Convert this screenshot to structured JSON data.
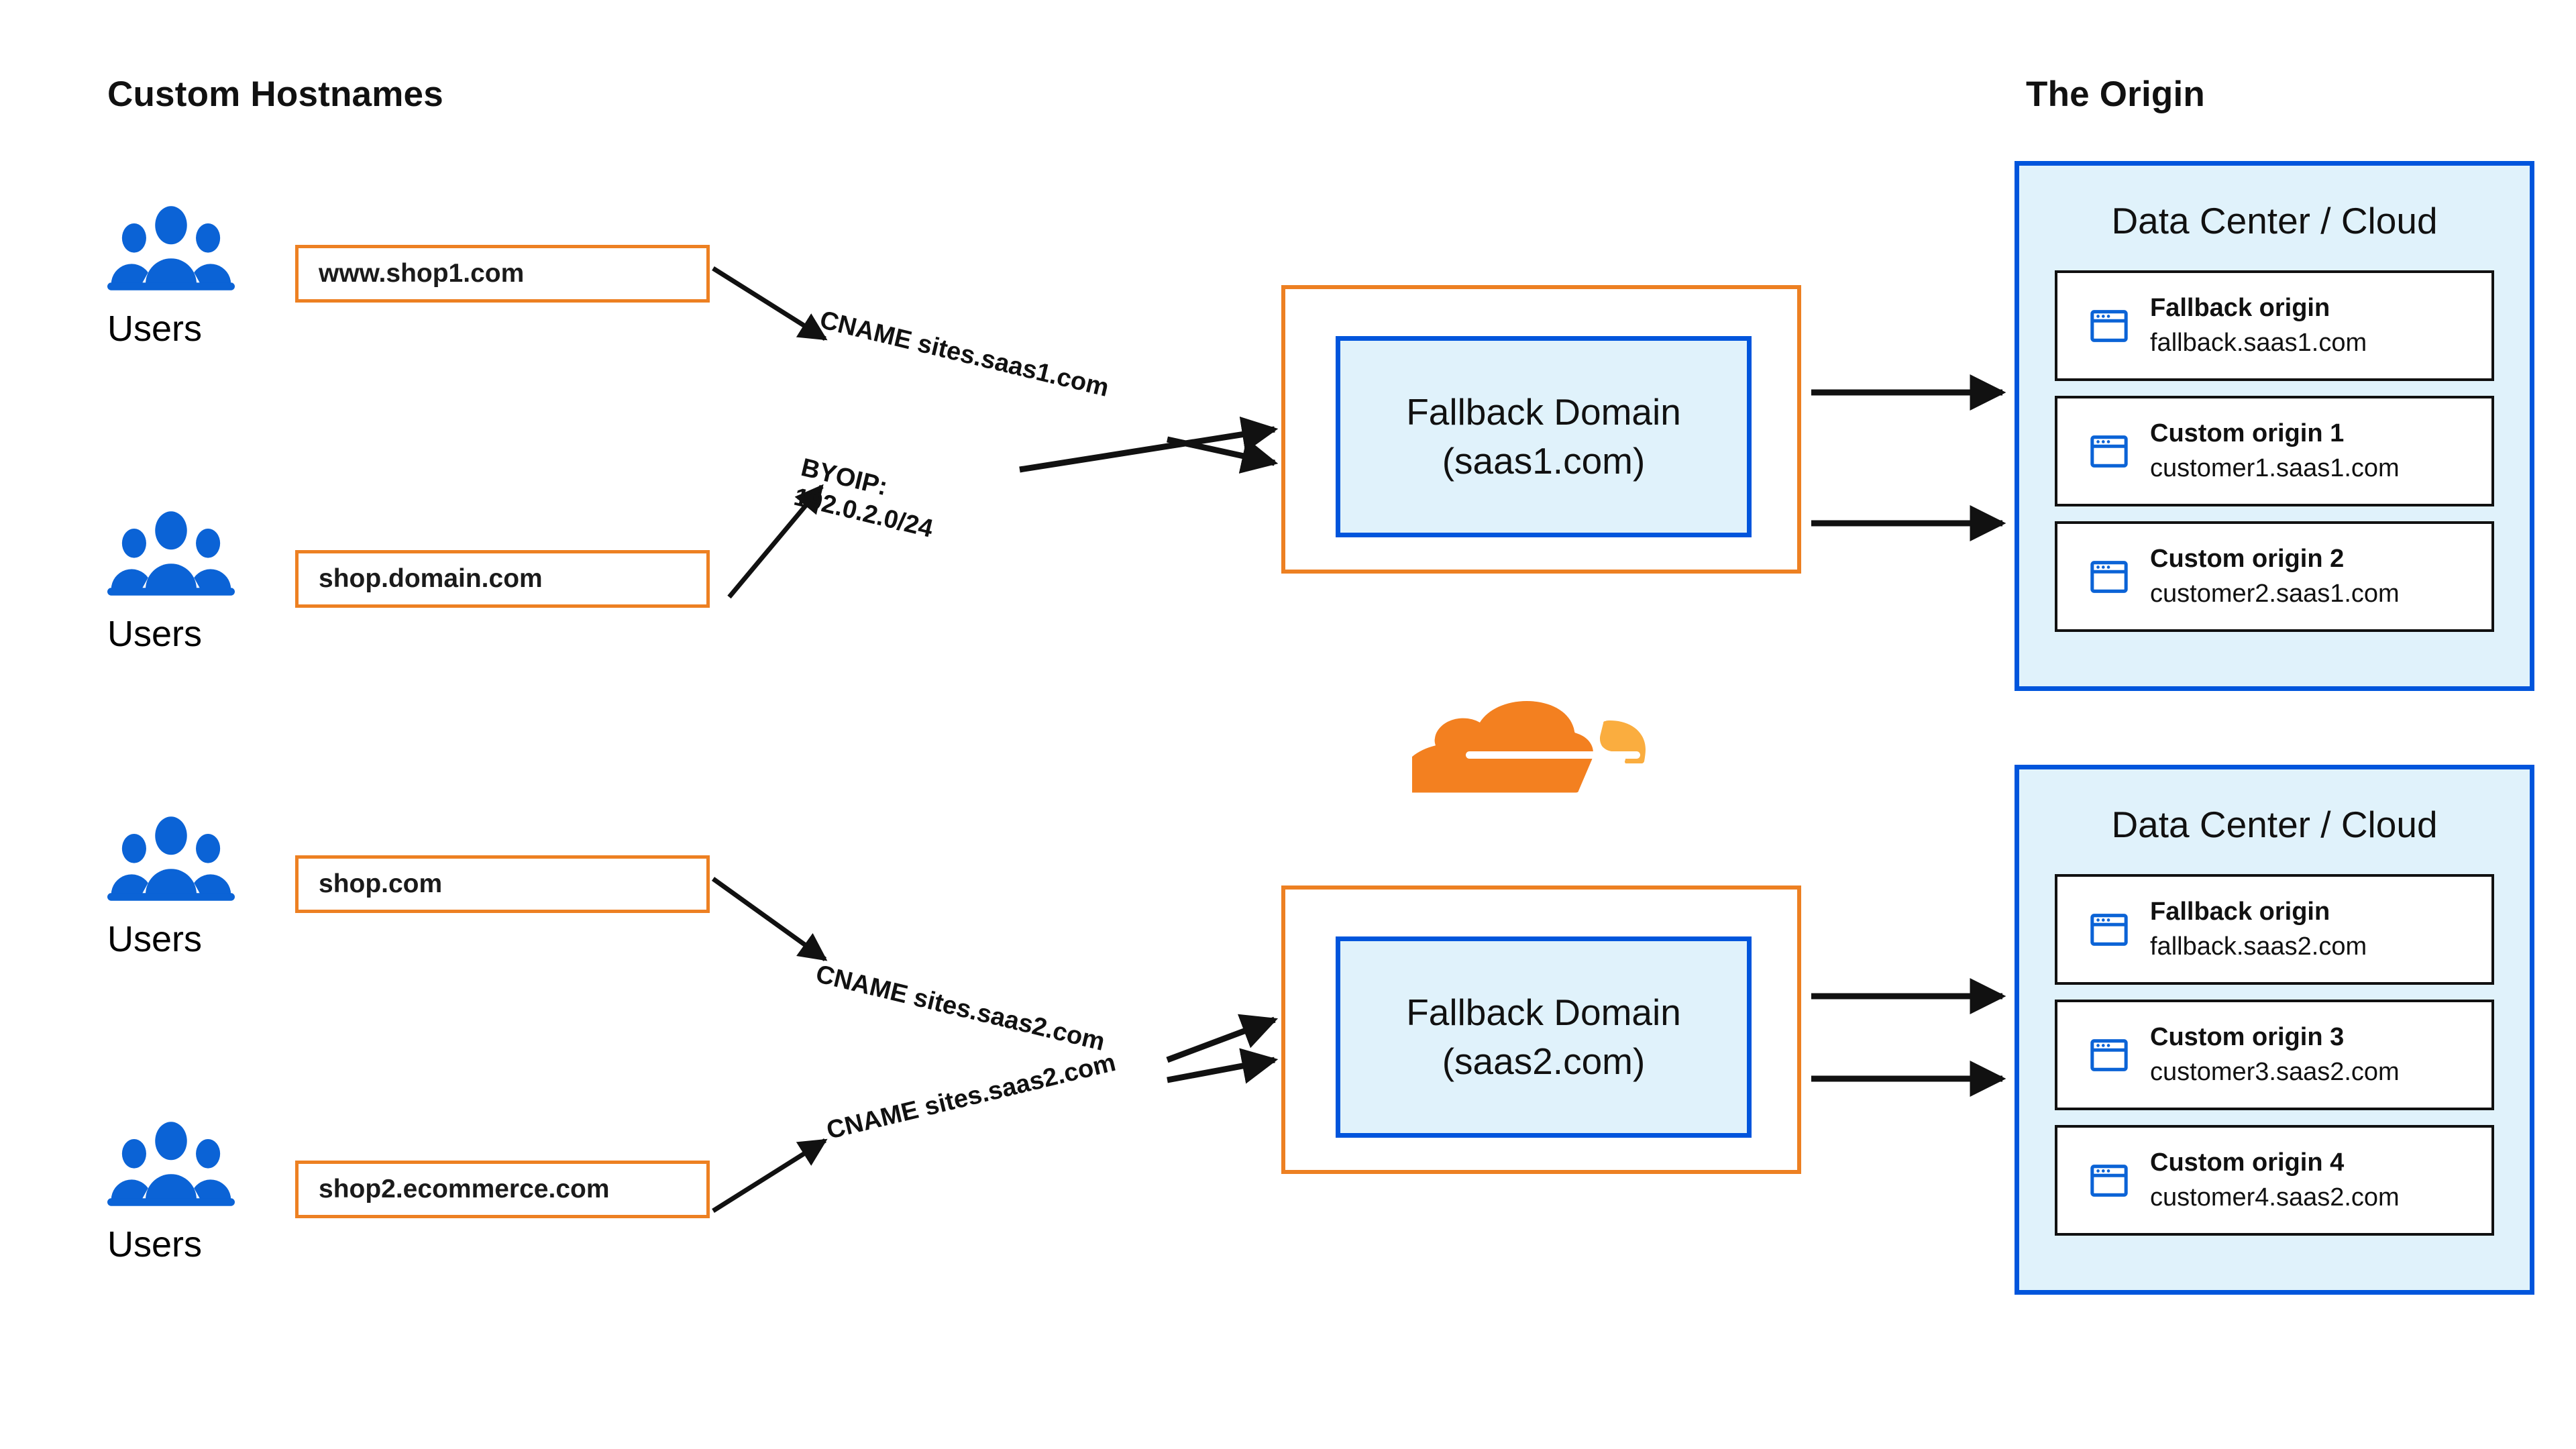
{
  "headers": {
    "left": "Custom Hostnames",
    "right": "The Origin"
  },
  "users": {
    "label": "Users",
    "icon": "users-icon",
    "groups": [
      {
        "label": "Users"
      },
      {
        "label": "Users"
      },
      {
        "label": "Users"
      },
      {
        "label": "Users"
      }
    ]
  },
  "custom_hostnames": [
    {
      "value": "www.shop1.com"
    },
    {
      "value": "shop.domain.com"
    },
    {
      "value": "shop.com"
    },
    {
      "value": "shop2.ecommerce.com"
    }
  ],
  "edge_labels": [
    {
      "line1": "CNAME sites.saas1.com",
      "line2": ""
    },
    {
      "line1": "BYOIP:",
      "line2": "192.0.2.0/24"
    },
    {
      "line1": "CNAME sites.saas2.com",
      "line2": ""
    },
    {
      "line1": "CNAME sites.saas2.com",
      "line2": ""
    }
  ],
  "fallback_domains": [
    {
      "title": "Fallback Domain",
      "domain": "(saas1.com)"
    },
    {
      "title": "Fallback Domain",
      "domain": "(saas2.com)"
    }
  ],
  "data_centers": [
    {
      "title": "Data Center / Cloud",
      "origins": [
        {
          "name": "Fallback origin",
          "host": "fallback.saas1.com",
          "icon": "browser-window-icon"
        },
        {
          "name": "Custom origin 1",
          "host": "customer1.saas1.com",
          "icon": "browser-window-icon"
        },
        {
          "name": "Custom origin 2",
          "host": "customer2.saas1.com",
          "icon": "browser-window-icon"
        }
      ]
    },
    {
      "title": "Data Center / Cloud",
      "origins": [
        {
          "name": "Fallback origin",
          "host": "fallback.saas2.com",
          "icon": "browser-window-icon"
        },
        {
          "name": "Custom origin 3",
          "host": "customer3.saas2.com",
          "icon": "browser-window-icon"
        },
        {
          "name": "Custom origin 4",
          "host": "customer4.saas2.com",
          "icon": "browser-window-icon"
        }
      ]
    }
  ],
  "logo": {
    "name": "cloudflare-logo"
  },
  "colors": {
    "orange": "#ED8022",
    "orange_light": "#FAAD3F",
    "blue": "#0055DC",
    "blue_fill": "#E0F2FB",
    "user_blue": "#0B63D6",
    "line": "#111111"
  }
}
